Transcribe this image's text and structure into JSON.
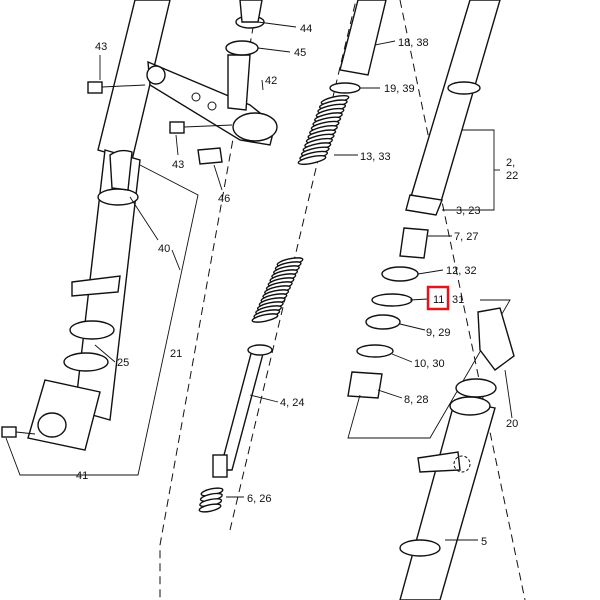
{
  "callouts": {
    "c44": "44",
    "c45": "45",
    "c43a": "43",
    "c42": "42",
    "c43b": "43",
    "c46": "46",
    "c40": "40",
    "c21": "21",
    "c25": "25",
    "c41": "41",
    "c18_38": "18, 38",
    "c19_39": "19, 39",
    "c13_33": "13, 33",
    "c2": "2,",
    "c22": "22",
    "c3_23": "3, 23",
    "c7_27": "7, 27",
    "c12_32": "12, 32",
    "c11": "11",
    "c31": "31",
    "c9_29": "9, 29",
    "c10_30": "10, 30",
    "c8_28": "8, 28",
    "c4_24": "4, 24",
    "c6_26": "6, 26",
    "c20": "20",
    "c5": "5"
  },
  "highlight": {
    "target": "11",
    "color": "#e3141b"
  }
}
